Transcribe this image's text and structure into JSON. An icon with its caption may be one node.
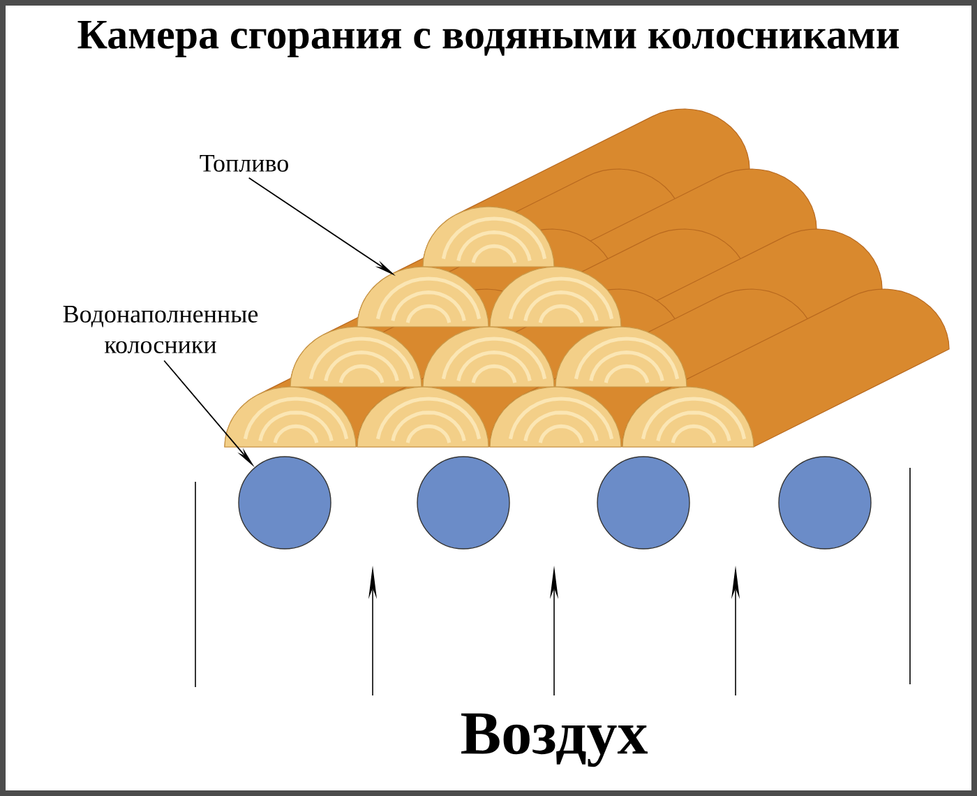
{
  "diagram": {
    "title": "Камера сгорания с водяными колосниками",
    "nodes": [
      {
        "text": [
          "Топливо"
        ]
      },
      {
        "text": [
          "Водонаполненные колосники"
        ]
      },
      {
        "text": [],
        "shape": "picture"
      },
      {
        "text": [],
        "shape": "circle"
      },
      {
        "text": [],
        "shape": "circle"
      },
      {
        "text": [],
        "shape": "circle"
      },
      {
        "text": [],
        "shape": "circle"
      }
    ],
    "edges": [
      {
        "from": 0,
        "to": 2,
        "arrow": "to"
      },
      {
        "from": 1,
        "to": 3,
        "arrow": "to"
      }
    ],
    "labels": [
      "Воздух"
    ]
  }
}
